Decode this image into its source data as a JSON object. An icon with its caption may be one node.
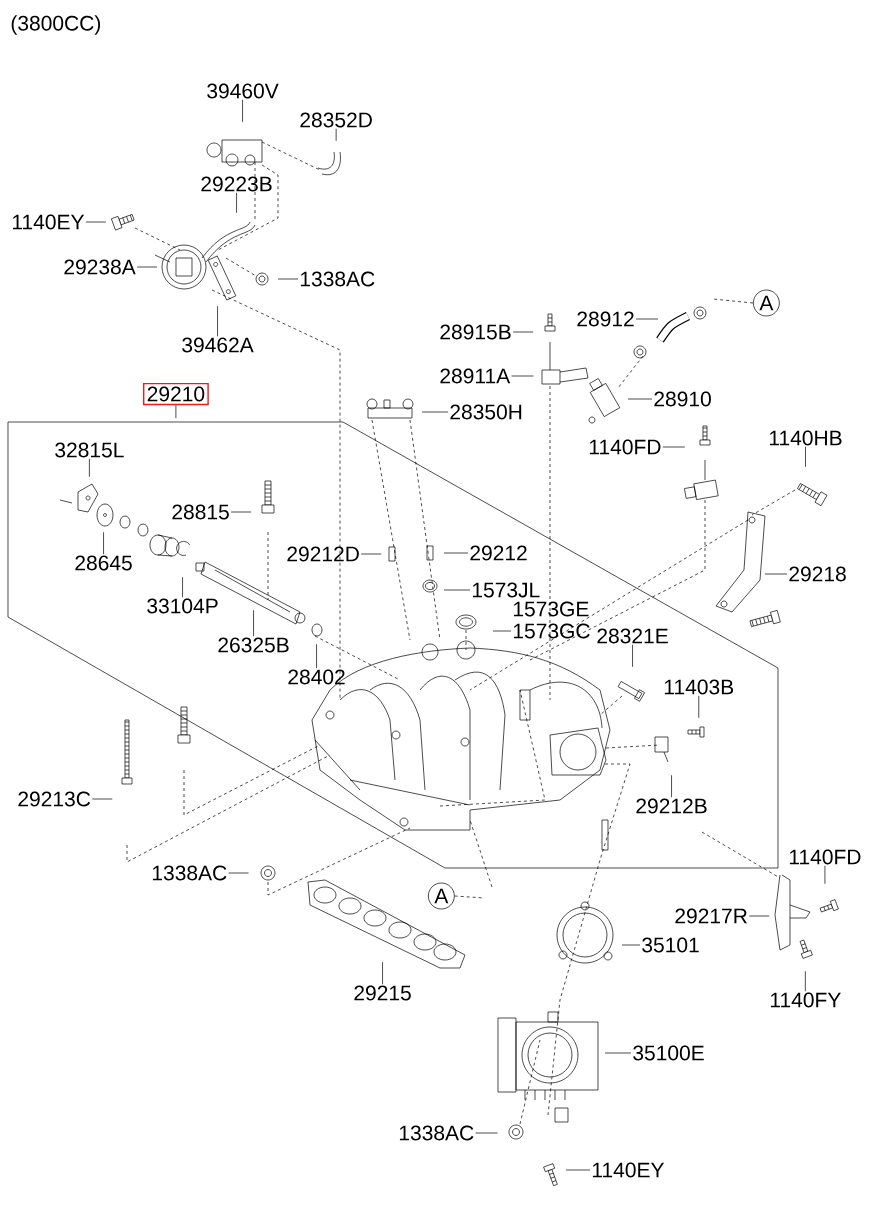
{
  "diagram": {
    "title": "(3800CC)",
    "nodes": [
      {
        "text": [
          "39460V"
        ]
      },
      {
        "text": [
          "28352D"
        ]
      },
      {
        "text": [
          "29223B"
        ]
      },
      {
        "text": [
          "1140EY"
        ]
      },
      {
        "text": [
          "29238A"
        ]
      },
      {
        "text": [
          "1338AC"
        ]
      },
      {
        "text": [
          "39462A"
        ]
      },
      {
        "text": [
          "29210"
        ]
      },
      {
        "text": [
          "28915B"
        ]
      },
      {
        "text": [
          "28912"
        ]
      },
      {
        "text": [
          "A"
        ]
      },
      {
        "text": [
          "28911A"
        ]
      },
      {
        "text": [
          "28910"
        ]
      },
      {
        "text": [
          "28350H"
        ]
      },
      {
        "text": [
          "1140FD"
        ]
      },
      {
        "text": [
          "1140HB"
        ]
      },
      {
        "text": [
          "32815L"
        ]
      },
      {
        "text": [
          "28815"
        ]
      },
      {
        "text": [
          "28645"
        ]
      },
      {
        "text": [
          "29212D"
        ]
      },
      {
        "text": [
          "29212"
        ]
      },
      {
        "text": [
          "29218"
        ]
      },
      {
        "text": [
          "1573JL"
        ]
      },
      {
        "text": [
          "33104P"
        ]
      },
      {
        "text": [
          "1573GE"
        ]
      },
      {
        "text": [
          "1573GC"
        ]
      },
      {
        "text": [
          "28321E"
        ]
      },
      {
        "text": [
          "26325B"
        ]
      },
      {
        "text": [
          "28402"
        ]
      },
      {
        "text": [
          "11403B"
        ]
      },
      {
        "text": [
          "29213C"
        ]
      },
      {
        "text": [
          "29212B"
        ]
      },
      {
        "text": [
          "1140FD"
        ]
      },
      {
        "text": [
          "1338AC"
        ]
      },
      {
        "text": [
          "A"
        ]
      },
      {
        "text": [
          "29217R"
        ]
      },
      {
        "text": [
          "35101"
        ]
      },
      {
        "text": [
          "29215"
        ]
      },
      {
        "text": [
          "1140FY"
        ]
      },
      {
        "text": [
          "35100E"
        ]
      },
      {
        "text": [
          "1338AC"
        ]
      },
      {
        "text": [
          "1140EY"
        ]
      }
    ],
    "edges": [
      {
        "from": 0,
        "to": null,
        "arrow": "none"
      },
      {
        "from": 1,
        "to": null,
        "arrow": "none"
      },
      {
        "from": 2,
        "to": null,
        "arrow": "none"
      },
      {
        "from": 3,
        "to": null,
        "arrow": "none"
      },
      {
        "from": 4,
        "to": null,
        "arrow": "none"
      },
      {
        "from": 5,
        "to": null,
        "arrow": "none"
      },
      {
        "from": 6,
        "to": null,
        "arrow": "none"
      },
      {
        "from": 7,
        "to": null,
        "arrow": "none"
      },
      {
        "from": 8,
        "to": null,
        "arrow": "none"
      },
      {
        "from": 9,
        "to": null,
        "arrow": "none"
      },
      {
        "from": 10,
        "to": null,
        "arrow": "none",
        "style": "dashed"
      },
      {
        "from": 11,
        "to": null,
        "arrow": "none"
      },
      {
        "from": 12,
        "to": null,
        "arrow": "none"
      },
      {
        "from": 13,
        "to": null,
        "arrow": "none"
      },
      {
        "from": 14,
        "to": null,
        "arrow": "none"
      },
      {
        "from": 15,
        "to": null,
        "arrow": "none"
      },
      {
        "from": 16,
        "to": null,
        "arrow": "none"
      },
      {
        "from": 17,
        "to": null,
        "arrow": "none"
      },
      {
        "from": 18,
        "to": null,
        "arrow": "none"
      },
      {
        "from": 19,
        "to": null,
        "arrow": "none"
      },
      {
        "from": 20,
        "to": null,
        "arrow": "none"
      },
      {
        "from": 21,
        "to": null,
        "arrow": "none"
      },
      {
        "from": 22,
        "to": null,
        "arrow": "none"
      },
      {
        "from": 23,
        "to": null,
        "arrow": "none"
      },
      {
        "from": 25,
        "to": null,
        "arrow": "none"
      },
      {
        "from": 26,
        "to": null,
        "arrow": "none"
      },
      {
        "from": 27,
        "to": null,
        "arrow": "none"
      },
      {
        "from": 28,
        "to": null,
        "arrow": "none"
      },
      {
        "from": 29,
        "to": null,
        "arrow": "none"
      },
      {
        "from": 30,
        "to": null,
        "arrow": "none"
      },
      {
        "from": 31,
        "to": null,
        "arrow": "none"
      },
      {
        "from": 32,
        "to": null,
        "arrow": "none"
      },
      {
        "from": 33,
        "to": null,
        "arrow": "none"
      },
      {
        "from": 34,
        "to": null,
        "arrow": "none",
        "style": "dashed"
      },
      {
        "from": 35,
        "to": null,
        "arrow": "none"
      },
      {
        "from": 36,
        "to": null,
        "arrow": "none"
      },
      {
        "from": 37,
        "to": null,
        "arrow": "none"
      },
      {
        "from": 38,
        "to": null,
        "arrow": "none"
      },
      {
        "from": 39,
        "to": null,
        "arrow": "none"
      },
      {
        "from": 40,
        "to": null,
        "arrow": "none"
      },
      {
        "from": 41,
        "to": null,
        "arrow": "none"
      }
    ]
  }
}
